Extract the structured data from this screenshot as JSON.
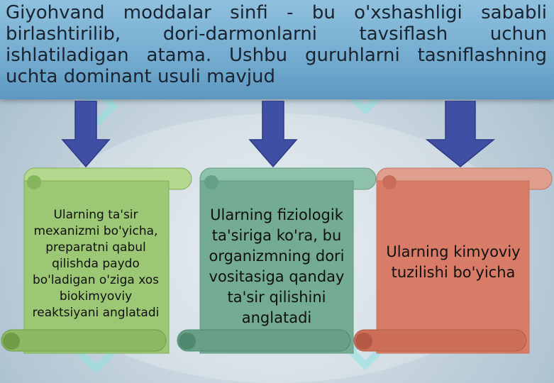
{
  "header": {
    "text": "Giyohvand moddalar sinfi - bu o'xshashligi sababli birlashtirilib, dori-darmonlarni tavsiflash uchun ishlatiladigan atama. Ushbu guruhlarni tasniflashning uchta dominant usuli mavjud"
  },
  "methods": [
    {
      "text": "Ularning ta'sir mexanizmi bo'yicha, preparatni qabul qilishda paydo bo'ladigan o'ziga xos biokimyoviy reaktsiyani anglatadi",
      "color": "#9cc774"
    },
    {
      "text": "Ularning fiziologik ta'siriga ko'ra, bu organizmning dori vositasiga qanday ta'sir qilishini anglatadi",
      "color": "#74ab93"
    },
    {
      "text": "Ularning kimyoviy tuzilishi bo'yicha",
      "color": "#d97c67"
    }
  ],
  "colors": {
    "arrow": "#3f4fa4",
    "header": "#74add1"
  },
  "watermark_icon": "soft-logo-watermark-icon"
}
